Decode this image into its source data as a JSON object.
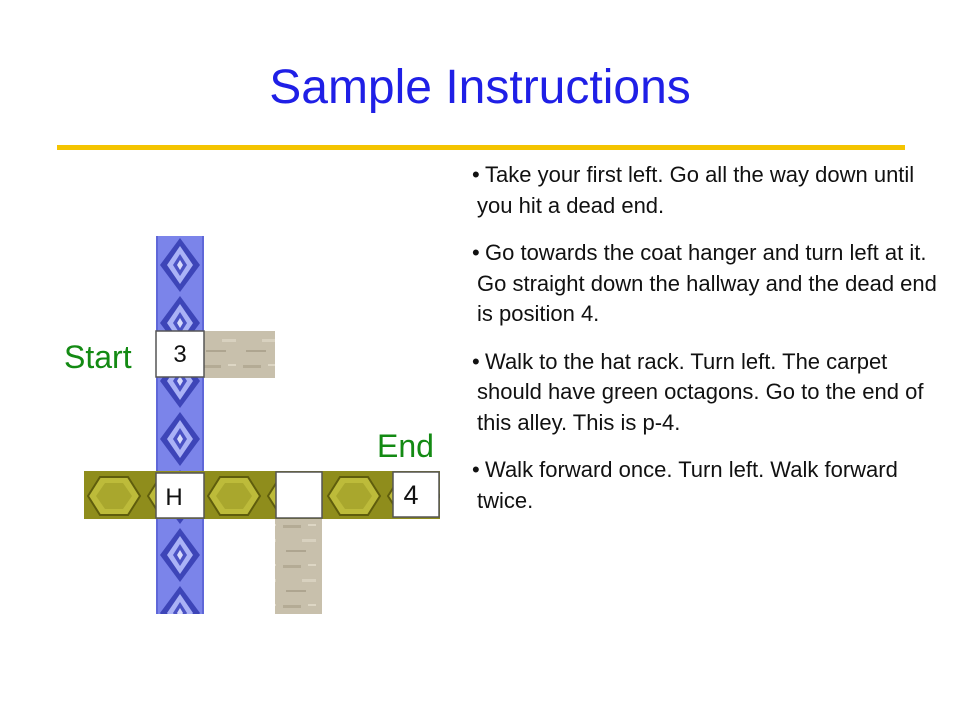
{
  "slide": {
    "title": "Sample Instructions"
  },
  "diagram": {
    "start_label": "Start",
    "end_label": "End",
    "cell_labels": [
      "3",
      "H",
      "4"
    ],
    "colors": {
      "title": "#1f1fe6",
      "rule": "#f4c400",
      "labels_green": "#138a13",
      "blue_carpet": "#5f67d8",
      "olive_carpet": "#a8a628",
      "stone_floor": "#c9c1ad"
    }
  },
  "instructions": [
    "Take your first left.  Go all the way down until you hit a dead end.",
    "Go towards the coat hanger and turn left at it.  Go straight down the hallway and the dead end is position 4.",
    "Walk to the hat rack.  Turn left. The carpet should have green octagons.  Go to the end of this alley. This is p-4.",
    "Walk forward once.  Turn left. Walk forward twice."
  ]
}
